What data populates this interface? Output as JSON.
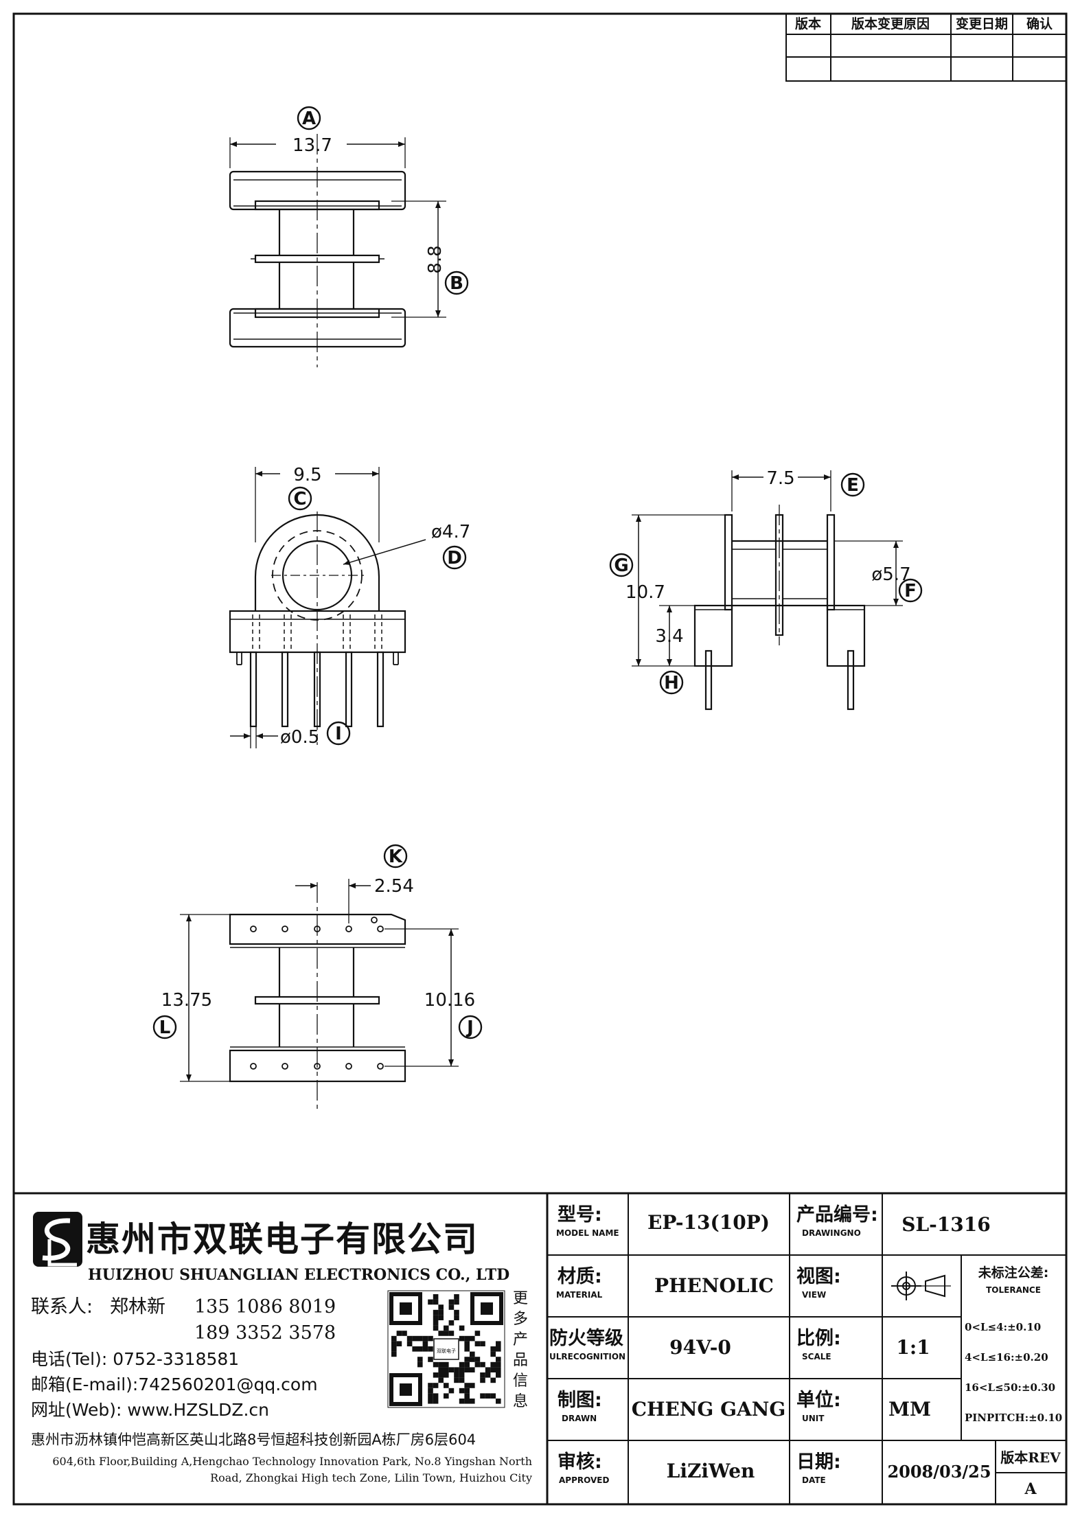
{
  "revision_table": {
    "headers": [
      "版本",
      "版本变更原因",
      "变更日期",
      "确认"
    ]
  },
  "dimensions": {
    "A": {
      "label": "A",
      "value": "13.7"
    },
    "B": {
      "label": "B",
      "value": "8.8"
    },
    "C": {
      "label": "C",
      "value": "9.5"
    },
    "D": {
      "label": "D",
      "value": "ø4.7"
    },
    "E": {
      "label": "E",
      "value": "7.5"
    },
    "F": {
      "label": "F",
      "value": "ø5.7"
    },
    "G": {
      "label": "G",
      "value": "10.7"
    },
    "H": {
      "label": "H",
      "value": "3.4"
    },
    "I": {
      "label": "I",
      "value": "ø0.5"
    },
    "J": {
      "label": "J",
      "value": "10.16"
    },
    "K": {
      "label": "K",
      "value": "2.54"
    },
    "L": {
      "label": "L",
      "value": "13.75"
    }
  },
  "company": {
    "name_cn": "惠州市双联电子有限公司",
    "name_en": "HUIZHOU SHUANGLIAN ELECTRONICS CO., LTD",
    "contact_label": "联系人:",
    "contact_name": "郑林新",
    "phone1": "135 1086 8019",
    "phone2": "189 3352 3578",
    "tel": "电话(Tel): 0752-3318581",
    "email": "邮箱(E-mail):742560201@qq.com",
    "web": "网址(Web): www.HZSLDZ.cn",
    "qr_caption": [
      "更",
      "多",
      "产",
      "品",
      "信",
      "息"
    ],
    "qr_center": "双联电子",
    "address_cn": "惠州市沥林镇仲恺高新区英山北路8号恒超科技创新园A栋厂房6层604",
    "address_en_1": "604,6th Floor,Building A,Hengchao Technology Innovation Park, No.8 Yingshan North",
    "address_en_2": "Road, Zhongkai High tech Zone, Lilin Town, Huizhou City"
  },
  "title_block": {
    "model_label": "型号:",
    "model_sub": "MODEL NAME",
    "model_value": "EP-13(10P)",
    "drawingno_label": "产品编号:",
    "drawingno_sub": "DRAWINGNO",
    "drawingno_value": "SL-1316",
    "material_label": "材质:",
    "material_sub": "MATERIAL",
    "material_value": "PHENOLIC",
    "view_label": "视图:",
    "view_sub": "VIEW",
    "ul_label": "防火等级",
    "ul_sub": "ULRECOGNITION",
    "ul_value": "94V-0",
    "scale_label": "比例:",
    "scale_sub": "SCALE",
    "scale_value": "1:1",
    "drawn_label": "制图:",
    "drawn_sub": "DRAWN",
    "drawn_value": "CHENG GANG",
    "unit_label": "单位:",
    "unit_sub": "UNIT",
    "unit_value": "MM",
    "approved_label": "审核:",
    "approved_sub": "APPROVED",
    "approved_value": "LiZiWen",
    "date_label": "日期:",
    "date_sub": "DATE",
    "date_value": "2008/03/25",
    "rev_label": "版本REV",
    "rev_value": "A",
    "tolerance_label": "未标注公差:",
    "tolerance_sub": "TOLERANCE",
    "tolerances": [
      "0<L≤4:±0.10",
      "4<L≤16:±0.20",
      "16<L≤50:±0.30",
      "PINPITCH:±0.10"
    ]
  }
}
